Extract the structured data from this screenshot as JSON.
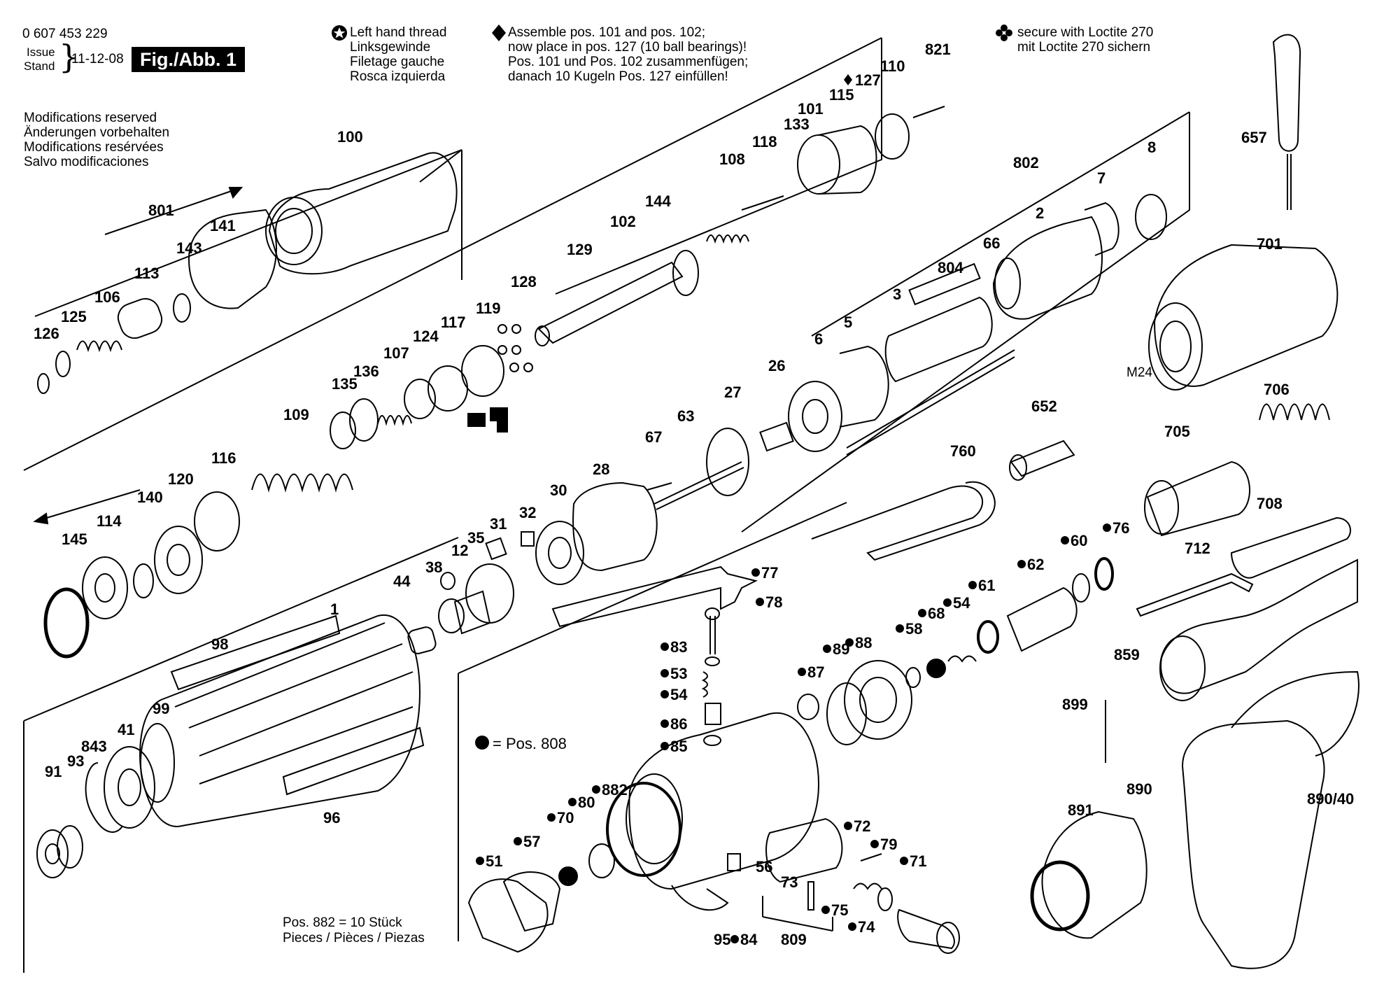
{
  "header": {
    "part_number": "0 607 453 229",
    "issue_label": "Issue",
    "stand_label": "Stand",
    "issue_date": "11-12-08",
    "figure_label": "Fig./Abb. 1",
    "modifications": [
      "Modifications reserved",
      "Änderungen vorbehalten",
      "Modifications resérvées",
      "Salvo modificaciones"
    ]
  },
  "notes": {
    "left_hand_thread": [
      "Left hand thread",
      "Linksgewinde",
      "Filetage gauche",
      "Rosca izquierda"
    ],
    "assemble": [
      "Assemble pos. 101 and pos. 102;",
      "now place in pos. 127 (10 ball bearings)!",
      "Pos. 101 und Pos. 102 zusammenfügen;",
      "danach 10 Kugeln Pos. 127 einfüllen!"
    ],
    "loctite": [
      "secure with Loctite 270",
      "mit Loctite 270 sichern"
    ],
    "pos808": "= Pos. 808",
    "pos882": [
      "Pos. 882 = 10 Stück",
      "Pieces / Pièces / Piezas"
    ]
  },
  "thread_label": "M24",
  "part_labels": [
    {
      "id": "100",
      "mark": ""
    },
    {
      "id": "801",
      "mark": ""
    },
    {
      "id": "141",
      "mark": ""
    },
    {
      "id": "143",
      "mark": ""
    },
    {
      "id": "113",
      "mark": ""
    },
    {
      "id": "106",
      "mark": ""
    },
    {
      "id": "125",
      "mark": ""
    },
    {
      "id": "126",
      "mark": ""
    },
    {
      "id": "821",
      "mark": ""
    },
    {
      "id": "110",
      "mark": ""
    },
    {
      "id": "127",
      "mark": "diamond"
    },
    {
      "id": "115",
      "mark": ""
    },
    {
      "id": "101",
      "mark": ""
    },
    {
      "id": "133",
      "mark": ""
    },
    {
      "id": "118",
      "mark": ""
    },
    {
      "id": "108",
      "mark": ""
    },
    {
      "id": "144",
      "mark": ""
    },
    {
      "id": "102",
      "mark": ""
    },
    {
      "id": "129",
      "mark": ""
    },
    {
      "id": "128",
      "mark": ""
    },
    {
      "id": "119",
      "mark": ""
    },
    {
      "id": "117",
      "mark": ""
    },
    {
      "id": "124",
      "mark": ""
    },
    {
      "id": "107",
      "mark": ""
    },
    {
      "id": "136",
      "mark": ""
    },
    {
      "id": "135",
      "mark": ""
    },
    {
      "id": "109",
      "mark": ""
    },
    {
      "id": "116",
      "mark": ""
    },
    {
      "id": "120",
      "mark": ""
    },
    {
      "id": "140",
      "mark": ""
    },
    {
      "id": "114",
      "mark": ""
    },
    {
      "id": "145",
      "mark": ""
    },
    {
      "id": "802",
      "mark": ""
    },
    {
      "id": "8",
      "mark": ""
    },
    {
      "id": "7",
      "mark": ""
    },
    {
      "id": "2",
      "mark": ""
    },
    {
      "id": "66",
      "mark": ""
    },
    {
      "id": "804",
      "mark": ""
    },
    {
      "id": "3",
      "mark": ""
    },
    {
      "id": "5",
      "mark": ""
    },
    {
      "id": "6",
      "mark": ""
    },
    {
      "id": "26",
      "mark": ""
    },
    {
      "id": "27",
      "mark": ""
    },
    {
      "id": "63",
      "mark": ""
    },
    {
      "id": "67",
      "mark": ""
    },
    {
      "id": "28",
      "mark": ""
    },
    {
      "id": "30",
      "mark": ""
    },
    {
      "id": "32",
      "mark": ""
    },
    {
      "id": "31",
      "mark": ""
    },
    {
      "id": "35",
      "mark": ""
    },
    {
      "id": "12",
      "mark": ""
    },
    {
      "id": "38",
      "mark": ""
    },
    {
      "id": "44",
      "mark": ""
    },
    {
      "id": "1",
      "mark": ""
    },
    {
      "id": "98",
      "mark": ""
    },
    {
      "id": "99",
      "mark": ""
    },
    {
      "id": "41",
      "mark": ""
    },
    {
      "id": "843",
      "mark": ""
    },
    {
      "id": "93",
      "mark": ""
    },
    {
      "id": "91",
      "mark": ""
    },
    {
      "id": "96",
      "mark": ""
    },
    {
      "id": "657",
      "mark": ""
    },
    {
      "id": "701",
      "mark": ""
    },
    {
      "id": "706",
      "mark": ""
    },
    {
      "id": "705",
      "mark": ""
    },
    {
      "id": "652",
      "mark": ""
    },
    {
      "id": "760",
      "mark": ""
    },
    {
      "id": "708",
      "mark": ""
    },
    {
      "id": "712",
      "mark": ""
    },
    {
      "id": "859",
      "mark": ""
    },
    {
      "id": "899",
      "mark": ""
    },
    {
      "id": "890",
      "mark": ""
    },
    {
      "id": "890/40",
      "mark": ""
    },
    {
      "id": "891",
      "mark": ""
    },
    {
      "id": "76",
      "mark": "dot"
    },
    {
      "id": "60",
      "mark": "dot"
    },
    {
      "id": "62",
      "mark": "dot"
    },
    {
      "id": "61",
      "mark": "dot"
    },
    {
      "id": "54",
      "mark": "dot"
    },
    {
      "id": "68",
      "mark": "dot"
    },
    {
      "id": "58",
      "mark": "dot"
    },
    {
      "id": "88",
      "mark": "dot"
    },
    {
      "id": "89",
      "mark": "dot"
    },
    {
      "id": "87",
      "mark": "dot"
    },
    {
      "id": "77",
      "mark": "dot"
    },
    {
      "id": "78",
      "mark": "dot"
    },
    {
      "id": "83",
      "mark": "dot"
    },
    {
      "id": "53",
      "mark": "dot"
    },
    {
      "id": "54",
      "mark": "dot"
    },
    {
      "id": "86",
      "mark": "dot"
    },
    {
      "id": "85",
      "mark": "dot"
    },
    {
      "id": "882",
      "mark": "dot"
    },
    {
      "id": "80",
      "mark": "dot"
    },
    {
      "id": "70",
      "mark": "dot"
    },
    {
      "id": "57",
      "mark": "dot"
    },
    {
      "id": "51",
      "mark": "dot"
    },
    {
      "id": "95",
      "mark": ""
    },
    {
      "id": "84",
      "mark": "dot"
    },
    {
      "id": "56",
      "mark": ""
    },
    {
      "id": "73",
      "mark": ""
    },
    {
      "id": "809",
      "mark": ""
    },
    {
      "id": "75",
      "mark": "dot"
    },
    {
      "id": "72",
      "mark": "dot"
    },
    {
      "id": "79",
      "mark": "dot"
    },
    {
      "id": "74",
      "mark": "dot"
    },
    {
      "id": "71",
      "mark": "dot"
    }
  ]
}
